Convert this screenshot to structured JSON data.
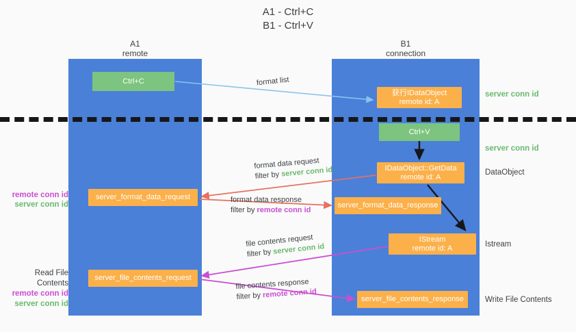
{
  "title": {
    "line1": "A1 - Ctrl+C",
    "line2": "B1 - Ctrl+V"
  },
  "columns": [
    {
      "id": "a1",
      "name": "A1",
      "sub": "remote"
    },
    {
      "id": "b1",
      "name": "B1",
      "sub": "connection"
    }
  ],
  "nodes": {
    "ctrl_c": {
      "line1": "Ctrl+C",
      "line2": "",
      "color": "green"
    },
    "dataobject": {
      "line1": "获行IDataObject",
      "line2": "remote id: A",
      "color": "orange"
    },
    "ctrl_v": {
      "line1": "Ctrl+V",
      "line2": "",
      "color": "green"
    },
    "getdata": {
      "line1": "IDataObject::GetData",
      "line2": "remote id: A",
      "color": "orange"
    },
    "sfd_request": {
      "line1": "server_format_data_request",
      "line2": "",
      "color": "orange"
    },
    "sfd_response": {
      "line1": "server_format_data_response",
      "line2": "",
      "color": "orange"
    },
    "istream": {
      "line1": "IStream",
      "line2": "remote id: A",
      "color": "orange"
    },
    "sfc_request": {
      "line1": "server_file_contents_request",
      "line2": "",
      "color": "orange"
    },
    "sfc_response": {
      "line1": "server_file_contents_response",
      "line2": "",
      "color": "orange"
    }
  },
  "edges": {
    "format_list": {
      "label": "format list"
    },
    "format_data_request": {
      "label": "format data request",
      "filter_prefix": "filter by ",
      "filter_value": "server conn id"
    },
    "format_data_response": {
      "label": "format data response",
      "filter_prefix": "filter by ",
      "filter_value": "remote conn id"
    },
    "file_contents_request": {
      "label": "file contents request",
      "filter_prefix": "filter by ",
      "filter_value": "server conn id"
    },
    "file_contents_response": {
      "label": "file contents response",
      "filter_prefix": "filter by ",
      "filter_value": "remote conn id"
    }
  },
  "notes": {
    "server_conn_id_top": "server conn id",
    "server_conn_id_second": "server conn id",
    "dataobject": "DataObject",
    "istream": "Istream",
    "write_file_contents": "Write File Contents",
    "read_file_contents": "Read File Contents",
    "remote_conn_id": "remote conn id",
    "server_conn_id": "server conn id"
  },
  "colors": {
    "lane_blue": "#4a80d8",
    "node_green": "#7cc47f",
    "node_orange": "#fbb04a",
    "server_conn": "#6aba6e",
    "remote_conn": "#c94fd1",
    "arrow_blue": "#8cc3ec",
    "arrow_red": "#e8705f",
    "arrow_pink": "#c94fd1",
    "arrow_black": "#17171a",
    "background": "#fafafa"
  }
}
